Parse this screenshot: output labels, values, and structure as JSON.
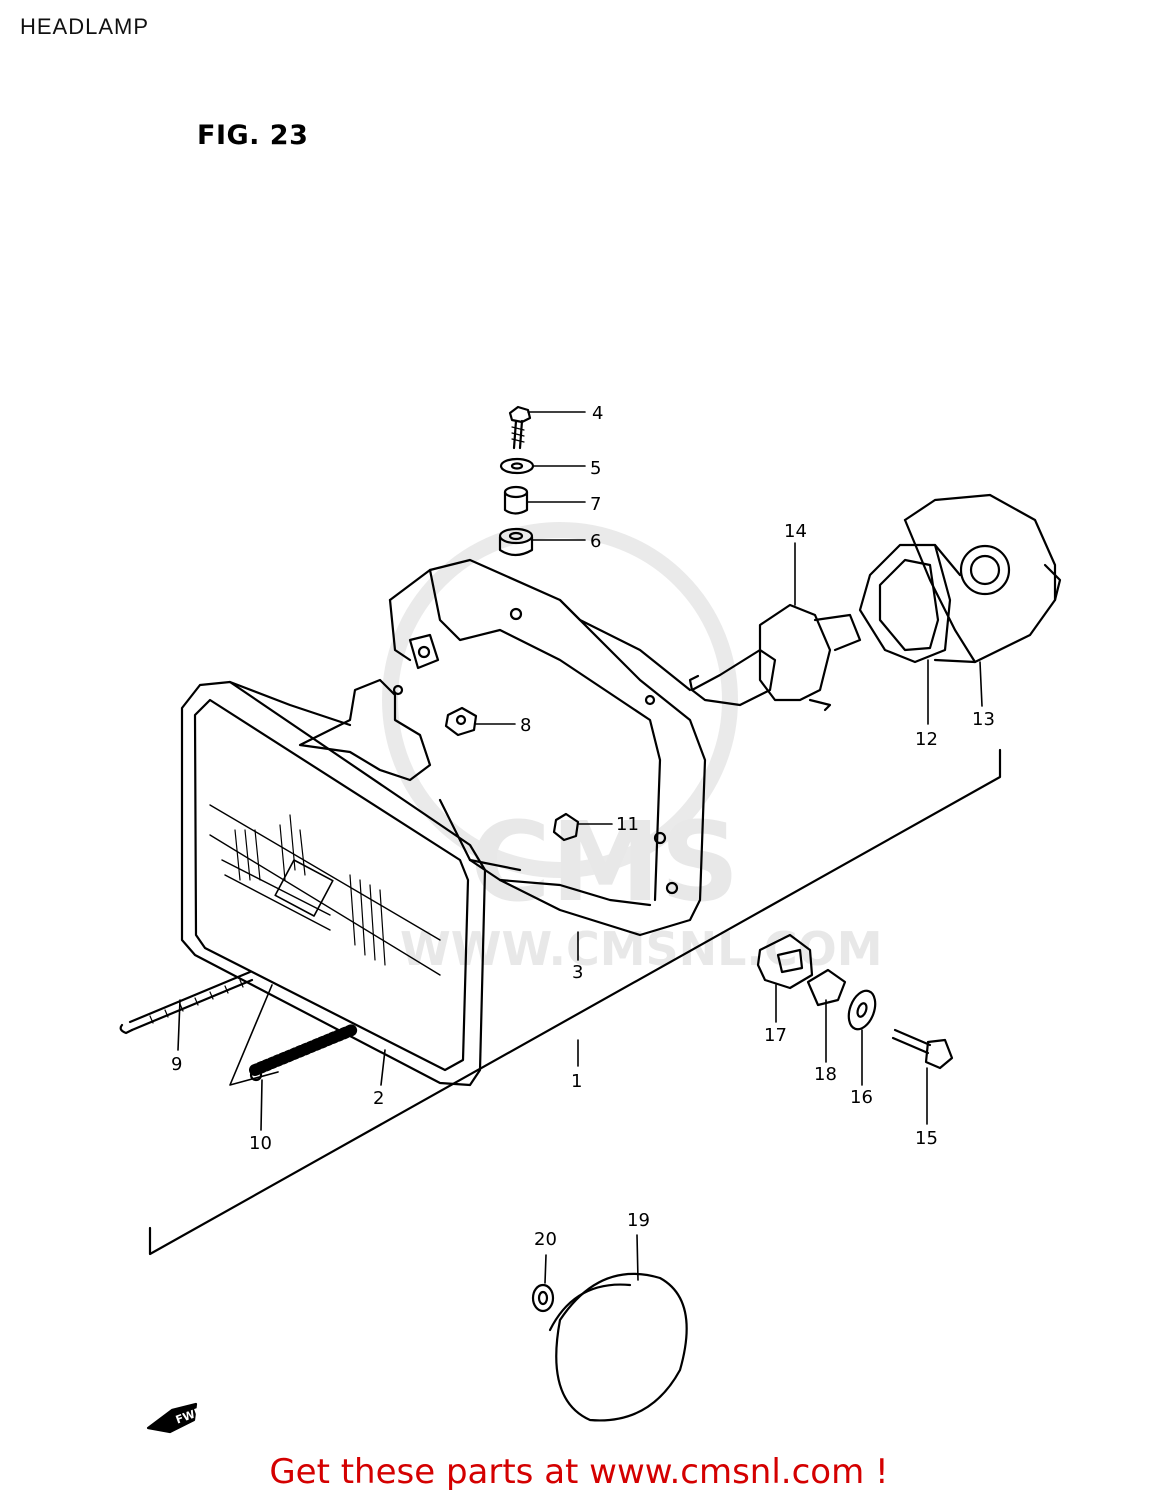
{
  "header": {
    "title": "HEADLAMP"
  },
  "figure": {
    "label": "FIG. 23"
  },
  "parts": [
    {
      "no": "1"
    },
    {
      "no": "2"
    },
    {
      "no": "3"
    },
    {
      "no": "4"
    },
    {
      "no": "5"
    },
    {
      "no": "6"
    },
    {
      "no": "7"
    },
    {
      "no": "8"
    },
    {
      "no": "9"
    },
    {
      "no": "10"
    },
    {
      "no": "11"
    },
    {
      "no": "12"
    },
    {
      "no": "13"
    },
    {
      "no": "14"
    },
    {
      "no": "15"
    },
    {
      "no": "16"
    },
    {
      "no": "17"
    },
    {
      "no": "18"
    },
    {
      "no": "19"
    },
    {
      "no": "20"
    }
  ],
  "watermark": {
    "brand": "CMS",
    "url": "WWW.CMSNL.COM"
  },
  "direction": {
    "label": "FWD"
  },
  "footer": {
    "link_text": "Get these parts at www.cmsnl.com !"
  }
}
